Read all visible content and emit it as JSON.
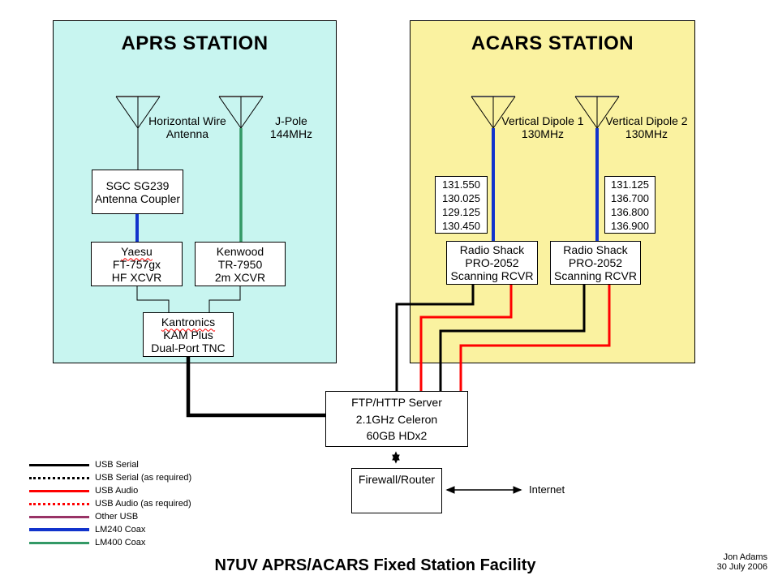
{
  "palette": {
    "usb_serial": "#000000",
    "usb_audio": "#FF0000",
    "other_usb": "#993366",
    "lm240_coax": "#1133CC",
    "lm400_coax": "#339966",
    "aprs_fill": "#C8F5F0",
    "acars_fill": "#FAF2A0",
    "box_fill": "#FFFFFF"
  },
  "aprs": {
    "title": "APRS STATION",
    "antennas": [
      {
        "label": "Horizontal Wire\nAntenna"
      },
      {
        "label": "J-Pole\n144MHz"
      }
    ],
    "coupler": {
      "lines": [
        "SGC SG239",
        "Antenna Coupler"
      ]
    },
    "hf_xcvr": {
      "lines": [
        "Yaesu",
        "FT-757gx",
        "HF XCVR"
      ]
    },
    "vhf_xcvr": {
      "lines": [
        "Kenwood",
        "TR-7950",
        "2m XCVR"
      ]
    },
    "tnc": {
      "lines": [
        "Kantronics",
        "KAM Plus",
        "Dual-Port TNC"
      ]
    }
  },
  "acars": {
    "title": "ACARS STATION",
    "antennas": [
      {
        "label": "Vertical Dipole 1\n130MHz"
      },
      {
        "label": "Vertical Dipole 2\n130MHz"
      }
    ],
    "freq_list_1": [
      "131.550",
      "130.025",
      "129.125",
      "130.450"
    ],
    "freq_list_2": [
      "131.125",
      "136.700",
      "136.800",
      "136.900"
    ],
    "receiver_1": {
      "lines": [
        "Radio Shack",
        "PRO-2052",
        "Scanning RCVR"
      ]
    },
    "receiver_2": {
      "lines": [
        "Radio Shack",
        "PRO-2052",
        "Scanning RCVR"
      ]
    }
  },
  "core": {
    "server": {
      "lines": [
        "FTP/HTTP Server",
        "2.1GHz Celeron",
        "60GB HDx2"
      ]
    },
    "firewall": {
      "label": "Firewall/Router"
    },
    "internet_label": "Internet"
  },
  "legend": {
    "items": [
      {
        "label": "USB Serial",
        "color": "#000000",
        "line_style": "solid",
        "weight": "3px"
      },
      {
        "label": "USB Serial (as required)",
        "color": "#000000",
        "line_style": "dotted",
        "weight": "3px"
      },
      {
        "label": "USB Audio",
        "color": "#FF0000",
        "line_style": "solid",
        "weight": "3px"
      },
      {
        "label": "USB Audio (as required)",
        "color": "#FF0000",
        "line_style": "dotted",
        "weight": "3px"
      },
      {
        "label": "Other USB",
        "color": "#993366",
        "line_style": "solid",
        "weight": "3px"
      },
      {
        "label": "LM240 Coax",
        "color": "#1133CC",
        "line_style": "solid",
        "weight": "4px"
      },
      {
        "label": "LM400 Coax",
        "color": "#339966",
        "line_style": "solid",
        "weight": "3px"
      }
    ]
  },
  "footer": {
    "title": "N7UV APRS/ACARS Fixed Station Facility",
    "author": "Jon Adams",
    "date": "30 July 2006"
  }
}
